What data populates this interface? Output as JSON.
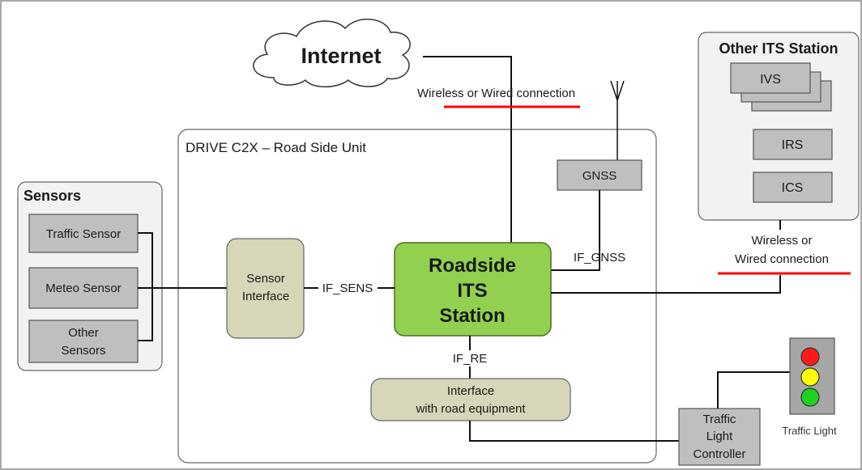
{
  "internet": {
    "label": "Internet"
  },
  "top_connection": {
    "label": "Wireless or Wired connection"
  },
  "rsu": {
    "title": "DRIVE C2X – Road Side Unit"
  },
  "gnss": {
    "label": "GNSS"
  },
  "if_gnss": "IF_GNSS",
  "if_sens": "IF_SENS",
  "if_re": "IF_RE",
  "roadside_station": {
    "lines": [
      "Roadside",
      "ITS",
      "Station"
    ]
  },
  "sensor_interface": {
    "lines": [
      "Sensor",
      "Interface"
    ]
  },
  "road_interface": {
    "lines": [
      "Interface",
      "with road equipment"
    ]
  },
  "sensors": {
    "title": "Sensors",
    "traffic": "Traffic Sensor",
    "meteo": "Meteo Sensor",
    "other": [
      "Other",
      "Sensors"
    ]
  },
  "other_its": {
    "title": "Other ITS Station",
    "ivs": "IVS",
    "irs": "IRS",
    "ics": "ICS"
  },
  "right_connection": {
    "lines": [
      "Wireless or",
      "Wired connection"
    ]
  },
  "traffic_light_controller": {
    "lines": [
      "Traffic",
      "Light",
      "Controller"
    ]
  },
  "traffic_light": {
    "label": "Traffic Light"
  },
  "colors": {
    "station_fill": "#92d050",
    "interface_fill": "#d7d6b8",
    "device_fill": "#bfbfbf",
    "panel_fill": "#f2f2f2",
    "highlight_red": "#ff0000",
    "light_red": "#ff1a1a",
    "light_yellow": "#ffff00",
    "light_green": "#1fd11f"
  }
}
